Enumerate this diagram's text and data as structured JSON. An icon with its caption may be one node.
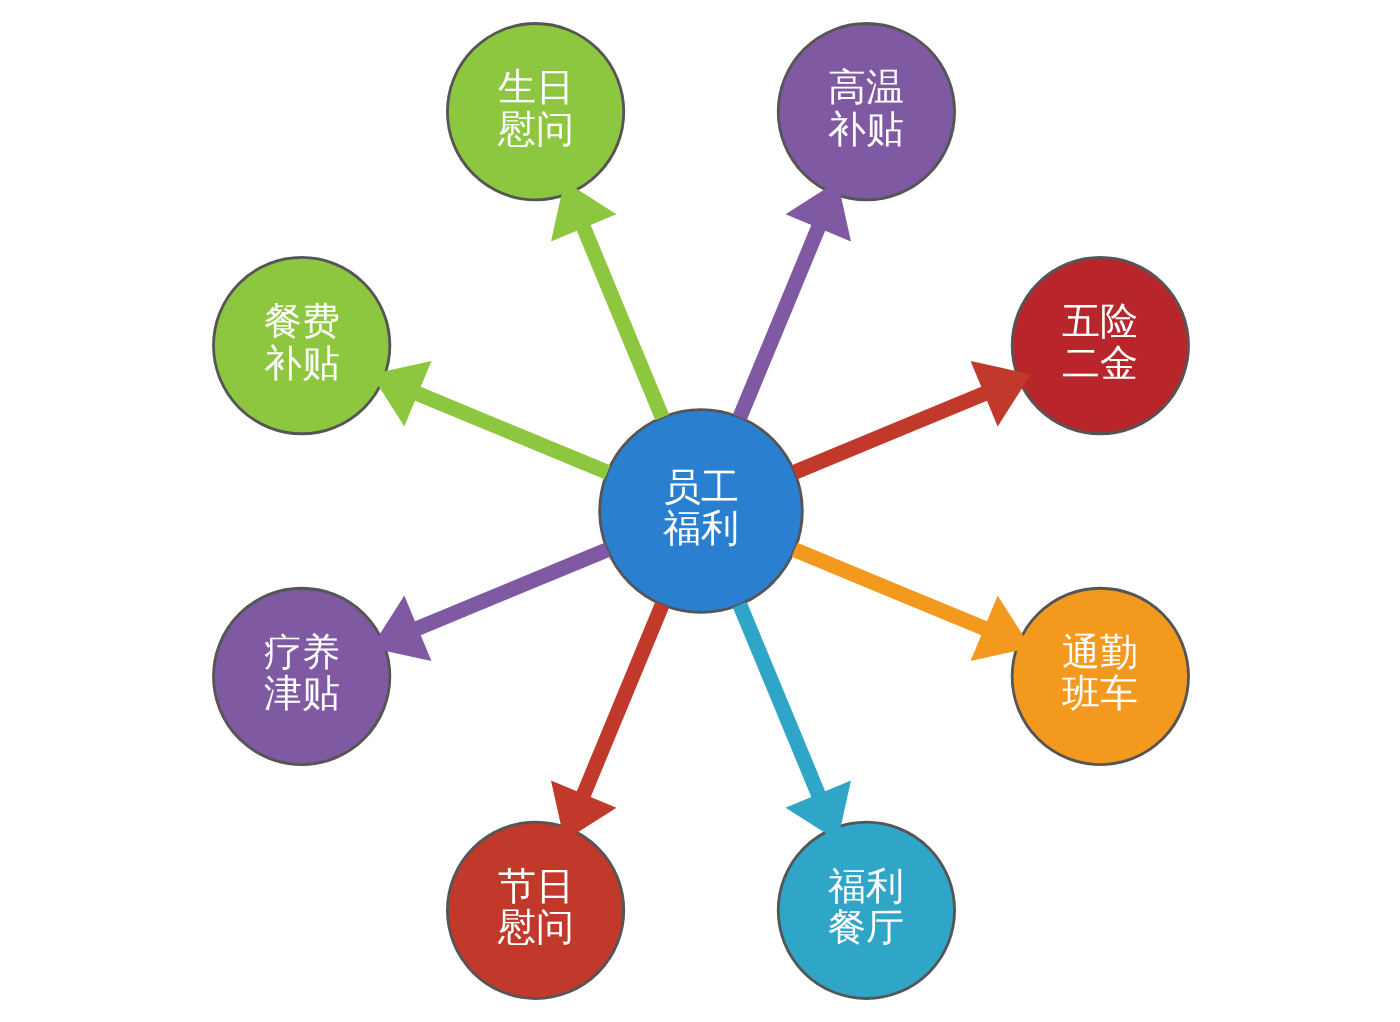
{
  "diagram": {
    "nodes": [
      {
        "text": [
          "五险二金"
        ]
      },
      {
        "text": [
          "高温补贴"
        ]
      },
      {
        "text": [
          "生日慰问"
        ]
      },
      {
        "text": [
          "餐费补贴"
        ]
      },
      {
        "text": [
          "员工福利"
        ]
      },
      {
        "text": [
          "疗养津贴"
        ]
      },
      {
        "text": [
          "节日慰问"
        ]
      },
      {
        "text": [
          "福利餐厅"
        ]
      },
      {
        "text": [
          "通勤班车"
        ]
      }
    ],
    "edges": [
      {
        "from": 4,
        "to": 0,
        "arrow": "to",
        "color": "#c0392b"
      },
      {
        "from": 4,
        "to": 2,
        "arrow": "to",
        "color": "#8dc63f"
      },
      {
        "from": 4,
        "to": 5,
        "arrow": "to",
        "color": "#7f5aa2"
      },
      {
        "from": 4,
        "to": 7,
        "arrow": "to",
        "color": "#2fa5c8"
      },
      {
        "from": 4,
        "to": 8,
        "arrow": "to",
        "color": "#f39a1e"
      },
      {
        "from": 4,
        "to": 6,
        "arrow": "to",
        "color": "#c0392b"
      },
      {
        "from": 4,
        "to": 3,
        "arrow": "to",
        "color": "#8dc63f"
      },
      {
        "from": 4,
        "to": 1,
        "arrow": "to",
        "color": "#7f5aa2"
      }
    ]
  }
}
